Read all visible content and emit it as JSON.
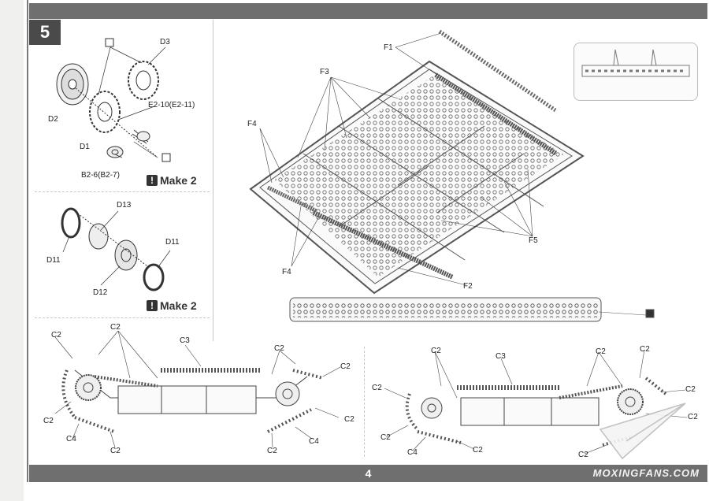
{
  "step": {
    "number": "5"
  },
  "page": {
    "number": "4",
    "watermark": "MOXINGFANS.COM"
  },
  "wheel_assembly": {
    "labels": {
      "d3": "D3",
      "d2": "D2",
      "d1": "D1",
      "e2": "E2-10(E2-11)",
      "b2": "B2-6(B2-7)"
    },
    "make_note": "Make 2"
  },
  "ring_assembly": {
    "labels": {
      "d13": "D13",
      "d11_left": "D11",
      "d11_right": "D11",
      "d12": "D12"
    },
    "make_note": "Make 2"
  },
  "sprue": {
    "labels": {
      "f1": "F1",
      "f3": "F3",
      "f4_top": "F4",
      "f4_bottom": "F4",
      "f5": "F5",
      "f2": "F2"
    }
  },
  "track_left": {
    "labels": {
      "c2_a": "C2",
      "c2_b": "C2",
      "c3": "C3",
      "c2_c": "C2",
      "c2_d": "C2",
      "c2_e": "C2",
      "c2_f": "C2",
      "c2_g": "C2",
      "c4_a": "C4",
      "c2_h": "C2",
      "c4_b": "C4"
    }
  },
  "track_right": {
    "labels": {
      "c2_a": "C2",
      "c3": "C3",
      "c2_b": "C2",
      "c2_c": "C2",
      "c2_d": "C2",
      "c2_e": "C2",
      "c2_f": "C2",
      "c4": "C4",
      "c2_g": "C2",
      "c2_h": "C2",
      "c2_i": "C2"
    }
  }
}
